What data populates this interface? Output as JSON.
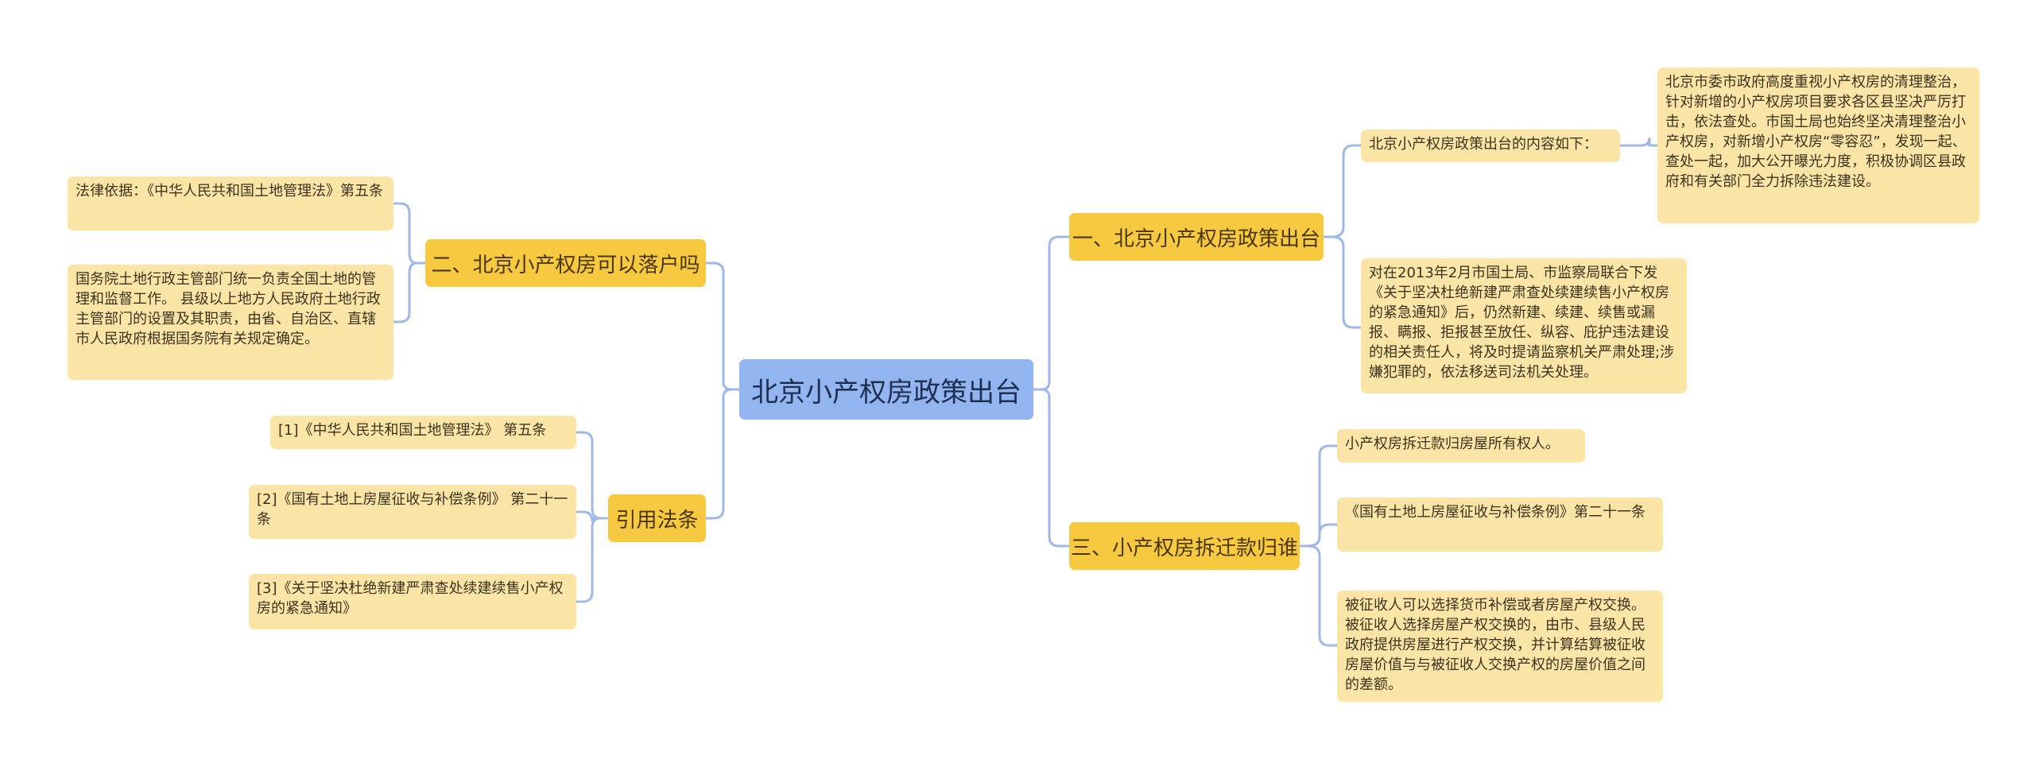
{
  "mindmap": {
    "root": "北京小产权房政策出台",
    "branches": [
      {
        "label": "一、北京小产权房政策出台",
        "children": [
          "北京小产权房政策出台的内容如下：",
          "对在2013年2月市国土局、市监察局联合下发《关于坚决杜绝新建严肃查处续建续售小产权房的紧急通知》后，仍然新建、续建、续售或漏报、瞒报、拒报甚至放任、纵容、庇护违法建设的相关责任人，将及时提请监察机关严肃处理;涉嫌犯罪的，依法移送司法机关处理。"
        ],
        "grandchild": "北京市委市政府高度重视小产权房的清理整治，针对新增的小产权房项目要求各区县坚决严厉打击，依法查处。市国土局也始终坚决清理整治小产权房，对新增小产权房“零容忍”，发现一起、查处一起，加大公开曝光力度，积极协调区县政府和有关部门全力拆除违法建设。"
      },
      {
        "label": "三、小产权房拆迁款归谁",
        "children": [
          "小产权房拆迁款归房屋所有权人。",
          "《国有土地上房屋征收与补偿条例》第二十一条",
          "被征收人可以选择货币补偿或者房屋产权交换。被征收人选择房屋产权交换的，由市、县级人民政府提供房屋进行产权交换，并计算结算被征收房屋价值与与被征收人交换产权的房屋价值之间的差额。"
        ]
      },
      {
        "label": "二、北京小产权房可以落户吗",
        "children": [
          "法律依据：《中华人民共和国土地管理法》第五条",
          "国务院土地行政主管部门统一负责全国土地的管理和监督工作。 县级以上地方人民政府土地行政主管部门的设置及其职责，由省、自治区、直辖市人民政府根据国务院有关规定确定。"
        ]
      },
      {
        "label": "引用法条",
        "children": [
          "[1]《中华人民共和国土地管理法》 第五条",
          "[2]《国有土地上房屋征收与补偿条例》 第二十一条",
          "[3]《关于坚决杜绝新建严肃查处续建续售小产权房的紧急通知》"
        ]
      }
    ]
  },
  "colors": {
    "root_fill": "#92b4ef",
    "branch_fill": "#f7c940",
    "leaf_fill": "#fbe5a6",
    "connector": "#9fb8e6"
  }
}
